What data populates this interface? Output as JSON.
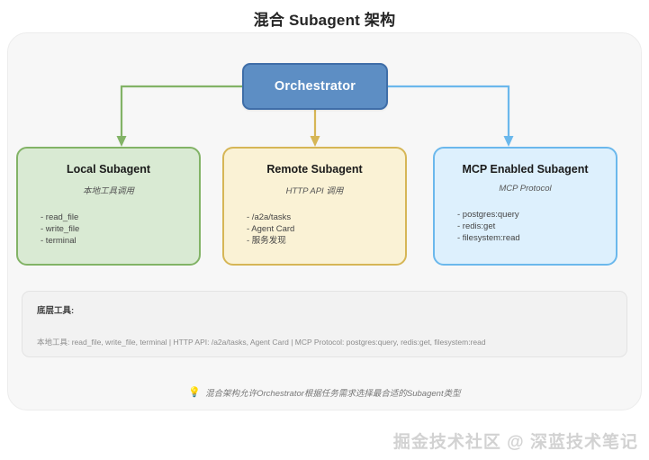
{
  "page": {
    "title": "混合 Subagent 架构"
  },
  "orchestrator": {
    "label": "Orchestrator",
    "color": "#5d8ec4",
    "border_color": "#3f6ea8"
  },
  "connectors": [
    {
      "name": "orchestrator-to-local-subagent",
      "color": "#82b366"
    },
    {
      "name": "orchestrator-to-remote-subagent",
      "color": "#d6b656"
    },
    {
      "name": "orchestrator-to-mcp-subagent",
      "color": "#6bb8ec"
    }
  ],
  "cards": [
    {
      "id": "local",
      "title": "Local Subagent",
      "subtitle": "本地工具调用",
      "items": [
        "- read_file",
        "- write_file",
        "- terminal"
      ],
      "fill": "#d9ead3",
      "border": "#82b366"
    },
    {
      "id": "remote",
      "title": "Remote Subagent",
      "subtitle": "HTTP API 调用",
      "items": [
        "- /a2a/tasks",
        "- Agent Card",
        "- 服务发现"
      ],
      "fill": "#faf2d5",
      "border": "#d6b656"
    },
    {
      "id": "mcp",
      "title": "MCP Enabled Subagent",
      "subtitle": "MCP Protocol",
      "items": [
        "- postgres:query",
        "- redis:get",
        "- filesystem:read"
      ],
      "fill": "#ddf0fd",
      "border": "#6bb8ec"
    }
  ],
  "tools_panel": {
    "heading": "底层工具:",
    "detail": "本地工具: read_file, write_file, terminal | HTTP API: /a2a/tasks, Agent Card | MCP Protocol: postgres:query, redis:get, filesystem:read"
  },
  "footnote": {
    "icon": "💡",
    "text": "混合架构允许Orchestrator根据任务需求选择最合适的Subagent类型"
  },
  "watermark": {
    "text": "掘金技术社区 @ 深蓝技术笔记"
  }
}
